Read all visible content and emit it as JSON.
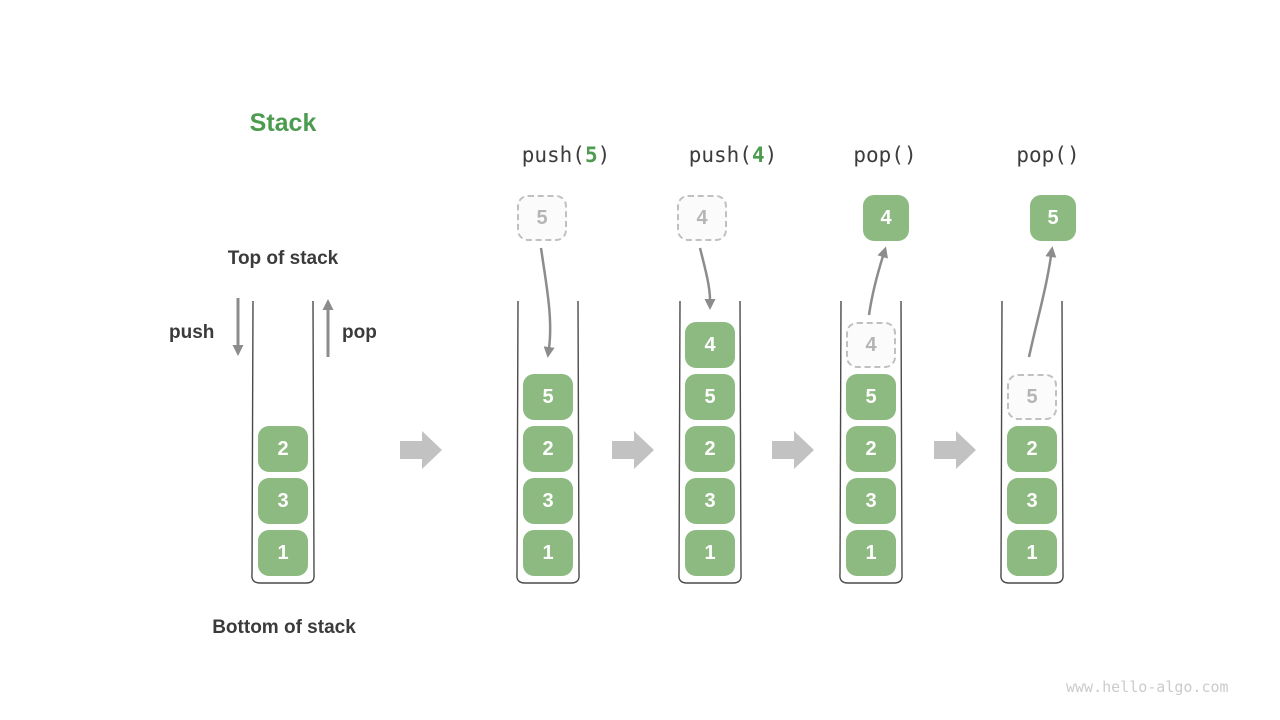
{
  "title": "Stack",
  "watermark": "www.hello-algo.com",
  "labels": {
    "top_of_stack": "Top of stack",
    "bottom_of_stack": "Bottom of stack",
    "push": "push",
    "pop": "pop"
  },
  "colors": {
    "green_block": "#8CBA80",
    "green_accent": "#4C9B4F",
    "text_dark": "#3B3B3B",
    "arrow_gray": "#8C8C8C",
    "block_arrow_gray": "#C2C2C2",
    "dashed_border": "#C0C0C0",
    "dashed_fill": "#FBFBFB",
    "dashed_text": "#B5B5B5",
    "watermark_gray": "#CBCBCB"
  },
  "columns": [
    {
      "name": "initial-stack",
      "label": null,
      "floating": null,
      "stack": [
        {
          "value": "2",
          "variant": "solid"
        },
        {
          "value": "3",
          "variant": "solid"
        },
        {
          "value": "1",
          "variant": "solid"
        }
      ]
    },
    {
      "name": "after-push-5",
      "label": {
        "pre": "push(",
        "arg": "5",
        "post": ")"
      },
      "floating": {
        "value": "5",
        "variant": "dashed"
      },
      "stack": [
        {
          "value": "5",
          "variant": "solid"
        },
        {
          "value": "2",
          "variant": "solid"
        },
        {
          "value": "3",
          "variant": "solid"
        },
        {
          "value": "1",
          "variant": "solid"
        }
      ]
    },
    {
      "name": "after-push-4",
      "label": {
        "pre": "push(",
        "arg": "4",
        "post": ")"
      },
      "floating": {
        "value": "4",
        "variant": "dashed"
      },
      "stack": [
        {
          "value": "4",
          "variant": "solid"
        },
        {
          "value": "5",
          "variant": "solid"
        },
        {
          "value": "2",
          "variant": "solid"
        },
        {
          "value": "3",
          "variant": "solid"
        },
        {
          "value": "1",
          "variant": "solid"
        }
      ]
    },
    {
      "name": "after-pop-4",
      "label": {
        "pre": "pop(",
        "arg": "",
        "post": ")"
      },
      "floating": {
        "value": "4",
        "variant": "solid"
      },
      "stack": [
        {
          "value": "4",
          "variant": "dashed"
        },
        {
          "value": "5",
          "variant": "solid"
        },
        {
          "value": "2",
          "variant": "solid"
        },
        {
          "value": "3",
          "variant": "solid"
        },
        {
          "value": "1",
          "variant": "solid"
        }
      ]
    },
    {
      "name": "after-pop-5",
      "label": {
        "pre": "pop(",
        "arg": "",
        "post": ")"
      },
      "floating": {
        "value": "5",
        "variant": "solid"
      },
      "stack": [
        {
          "value": "5",
          "variant": "dashed"
        },
        {
          "value": "2",
          "variant": "solid"
        },
        {
          "value": "3",
          "variant": "solid"
        },
        {
          "value": "1",
          "variant": "solid"
        }
      ]
    }
  ]
}
